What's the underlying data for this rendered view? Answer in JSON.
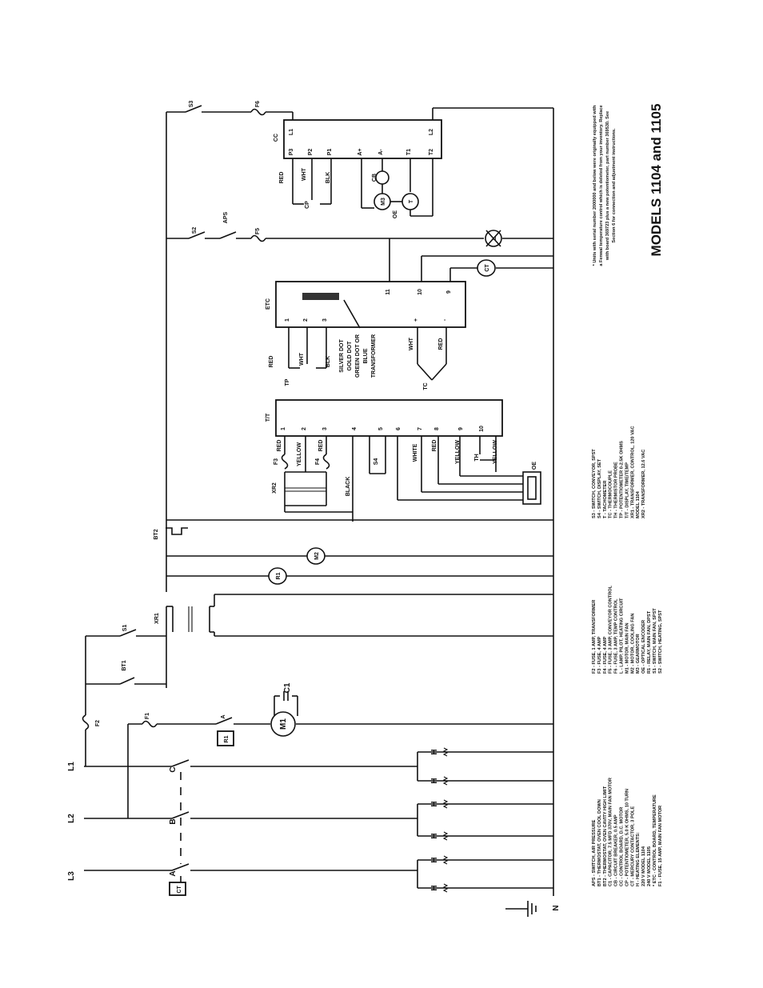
{
  "title": "MODELS 1104 and 1105",
  "footnote": [
    "* Units with serial number 2000000 and below were originally equipped with",
    "a Fenwal temperature control which is deleted from your inventory. Replace",
    "with board 369723 plus a new potentiometer, part number 369530. See",
    "Section 6 for connection and adjustment instructions."
  ],
  "lines": [
    "L1",
    "L2",
    "L3",
    "N"
  ],
  "contactor": [
    "A",
    "B",
    "C"
  ],
  "heater_label": "H",
  "relays": {
    "ct": "CT",
    "r1": "R1",
    "r1_coil": "R1",
    "m1": "M1",
    "m2": "M2",
    "c1": "C1",
    "a": "A"
  },
  "fuses": {
    "f1": "F1",
    "f2": "F2",
    "f3": "F3",
    "f4": "F4",
    "f5": "F5",
    "f6": "F6"
  },
  "switches": {
    "s1": "S1",
    "s2": "S2",
    "s3": "S3",
    "s4": "S4",
    "aps": "APS",
    "bt1": "BT1",
    "bt2": "BT2"
  },
  "transformers": {
    "xr1": "XR1",
    "xr2": "XR2"
  },
  "tt": {
    "label": "T/T",
    "terminals": [
      "1",
      "2",
      "3",
      "4",
      "5",
      "6",
      "7",
      "8",
      "9",
      "10"
    ],
    "wires": {
      "red1": "RED",
      "yellow": "YELLOW",
      "red2": "RED",
      "black": "BLACK",
      "white": "WHITE",
      "red3": "RED",
      "yellow2": "YELLOW",
      "th": "TH",
      "yellow3": "YELLOW",
      "oe": "OE"
    }
  },
  "etc": {
    "label": "ETC",
    "terminals": [
      "1",
      "2",
      "3",
      "+",
      "-",
      "11",
      "10",
      "9"
    ],
    "tp": "TP",
    "wires": {
      "red": "RED",
      "wht": "WHT",
      "blk": "BLK",
      "wht2": "WHT",
      "red2": "RED"
    },
    "tc": "TC",
    "ct": "CT",
    "dots": [
      "SILVER DOT",
      "GOLD DOT",
      "GREEN DOT OR",
      "BLUE",
      "TRANSFORMER"
    ]
  },
  "cc": {
    "label": "CC",
    "terminals": [
      "L1",
      "P3",
      "P2",
      "P1",
      "A+",
      "A-",
      "T1",
      "T2",
      "L2"
    ],
    "cp": "CP",
    "wires": {
      "red": "RED",
      "wht": "WHT",
      "blk": "BLK"
    },
    "cb": "CB",
    "m3": "M3",
    "t": "T",
    "oe": "OE",
    "l": "L"
  },
  "legend1": [
    "APS  -  SWITCH, AIR PRESSURE",
    "BT1  -  THERMOSTAT, OVEN COOL DOWN",
    "BT2  -  THERMOSTAT, OVEN CAVITY HIGH LIMIT",
    "C1   -  CAPACITOR, 7.5 MFD 370V, MAIN FAN MOTOR",
    "CB   -  CIRCUIT BREAKER, 0.5 AMP",
    "CC   -  CONTROL BOARD, D.C. MOTOR",
    "CP   -  POTENTIOMETER, 5.0 K OHMS, 10 TURN",
    "CT   -  MERCURY CONTACTOR, 3 POLE",
    "H    -  HEATING ELEMENTS:",
    "        220 V MODEL 1104",
    "        240 V MODEL 1105",
    "* ETC -  CONTROL BOARD, TEMPERATURE",
    "F1   -  FUSE, 15 AMP, MAIN FAN MOTOR"
  ],
  "legend2": [
    "F2  -  FUSE, 1 AMP, TRANSFORMER",
    "F3  -  FUSE, 4 AMP",
    "F4  -  FUSE, 4 AMP",
    "F5  -  FUSE, 3 AMP, CONVEYOR CONTROL",
    "F6  -  FUSE, 3 AMP, TEMP CONTROL",
    "L   -  LAMP, PILOT, HEATING CIRCUIT",
    "M1  -  MOTOR, MAIN FAN",
    "M2  -  MOTOR, COOLING FAN",
    "M3  -  GEARMOTOR",
    "OE  -  OPTICAL ENCODER",
    "R1  -  RELAY, MAIN FAN, DPST",
    "S1  -  SWITCH, MAIN FAN, SPST",
    "S2  -  SWITCH, HEATING, SPST"
  ],
  "legend3": [
    "S3  -  SWITCH, CONVEYOR, SPST",
    "S4  -  SWITCH, DISPLAY, SET",
    "T   -  TACHOMETER",
    "TC  -  THERMOCOUPLE",
    "TH  -  THERMISTOR PROBE",
    "TP  -  POTENTIOMETER 0-2.5K OHMS",
    "T/T -  DISPLAY, TIME/TEMP",
    "XR1 -  TRANSFORMER, CONTROL, 120 VAC",
    "        MODEL 1104",
    "XR2 -  TRANSFORMER, 12.6 VAC"
  ]
}
